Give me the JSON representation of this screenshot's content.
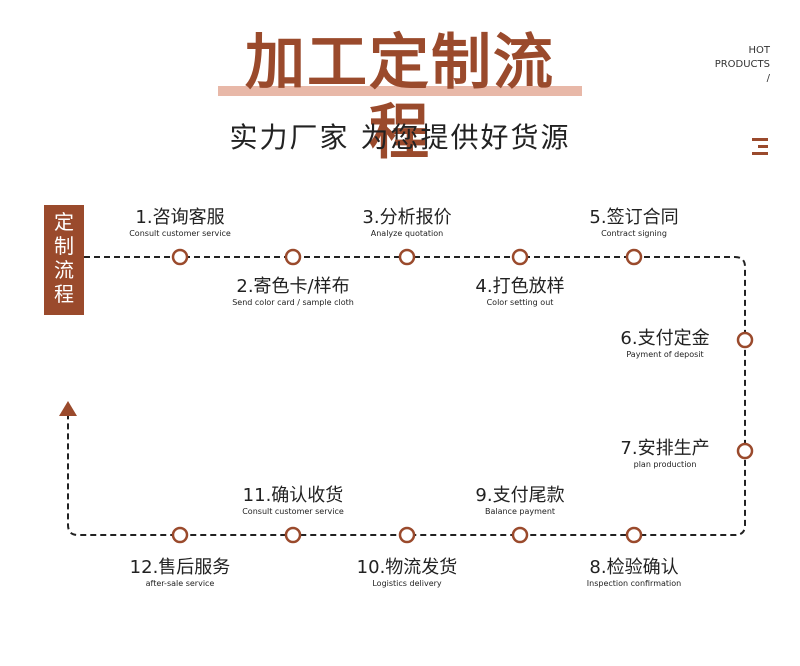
{
  "header": {
    "title": "加工定制流程",
    "subtitle": "实力厂家 为您提供好货源",
    "hot_line1": "HOT",
    "hot_line2": "PRODUCTS",
    "hot_line3": "/"
  },
  "side_label": [
    "定",
    "制",
    "流",
    "程"
  ],
  "steps": [
    {
      "zh": "1.咨询客服",
      "en": "Consult customer service"
    },
    {
      "zh": "2.寄色卡/样布",
      "en": "Send color card / sample cloth"
    },
    {
      "zh": "3.分析报价",
      "en": "Analyze quotation"
    },
    {
      "zh": "4.打色放样",
      "en": "Color setting out"
    },
    {
      "zh": "5.签订合同",
      "en": "Contract signing"
    },
    {
      "zh": "6.支付定金",
      "en": "Payment of deposit"
    },
    {
      "zh": "7.安排生产",
      "en": "plan production"
    },
    {
      "zh": "8.检验确认",
      "en": "Inspection confirmation"
    },
    {
      "zh": "9.支付尾款",
      "en": "Balance payment"
    },
    {
      "zh": "10.物流发货",
      "en": "Logistics delivery"
    },
    {
      "zh": "11.确认收货",
      "en": "Consult customer service"
    },
    {
      "zh": "12.售后服务",
      "en": "after-sale service"
    }
  ],
  "colors": {
    "accent": "#9a4a2c",
    "title_bar": "#e8b8a8"
  }
}
